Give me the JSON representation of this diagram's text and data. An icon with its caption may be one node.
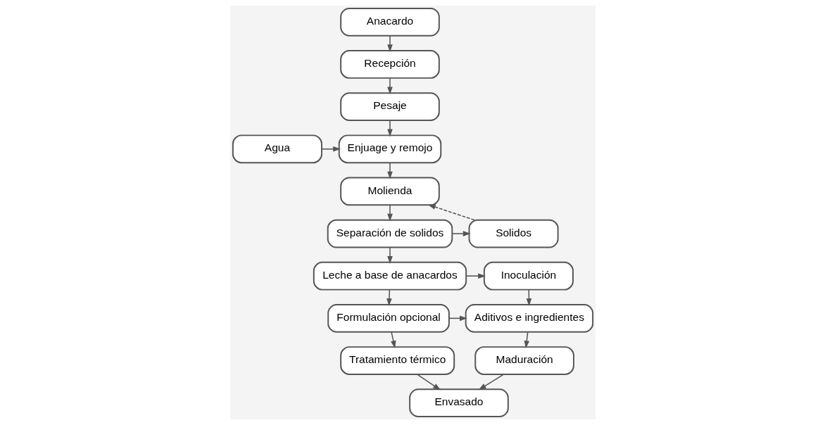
{
  "diagram": {
    "nodes": [
      {
        "text": [
          "Anacardo"
        ]
      },
      {
        "text": [
          "Recepción"
        ]
      },
      {
        "text": [
          "Pesaje"
        ]
      },
      {
        "text": [
          "Agua"
        ]
      },
      {
        "text": [
          "Enjuage y remojo"
        ]
      },
      {
        "text": [
          "Molienda"
        ]
      },
      {
        "text": [
          "Solidos"
        ]
      },
      {
        "text": [
          "Separación de solidos"
        ]
      },
      {
        "text": [
          "Leche a base de anacardos"
        ]
      },
      {
        "text": [
          "Inoculación"
        ]
      },
      {
        "text": [
          "Formulación opcional"
        ]
      },
      {
        "text": [
          "Aditivos e ingredientes"
        ]
      },
      {
        "text": [
          "Tratamiento térmico"
        ]
      },
      {
        "text": [
          "Maduración"
        ]
      },
      {
        "text": [
          "Envasado"
        ]
      }
    ],
    "edges": [
      {
        "from": 0,
        "to": 1,
        "arrow": "to"
      },
      {
        "from": 1,
        "to": 2,
        "arrow": "to"
      },
      {
        "from": 2,
        "to": 4,
        "arrow": "to"
      },
      {
        "from": 3,
        "to": 4,
        "arrow": "to"
      },
      {
        "from": 4,
        "to": 5,
        "arrow": "to"
      },
      {
        "from": 5,
        "to": 7,
        "arrow": "to"
      },
      {
        "from": 7,
        "to": 6,
        "arrow": "to"
      },
      {
        "from": 6,
        "to": 5,
        "arrow": "to",
        "style": "dashed"
      },
      {
        "from": 7,
        "to": 8,
        "arrow": "to"
      },
      {
        "from": 8,
        "to": 9,
        "arrow": "to"
      },
      {
        "from": 8,
        "to": 10,
        "arrow": "to"
      },
      {
        "from": 10,
        "to": 11,
        "arrow": "to"
      },
      {
        "from": 9,
        "to": 11,
        "arrow": "to"
      },
      {
        "from": 10,
        "to": 12,
        "arrow": "to"
      },
      {
        "from": 11,
        "to": 13,
        "arrow": "to"
      },
      {
        "from": 12,
        "to": 14,
        "arrow": "to"
      },
      {
        "from": 13,
        "to": 14,
        "arrow": "to"
      }
    ]
  }
}
